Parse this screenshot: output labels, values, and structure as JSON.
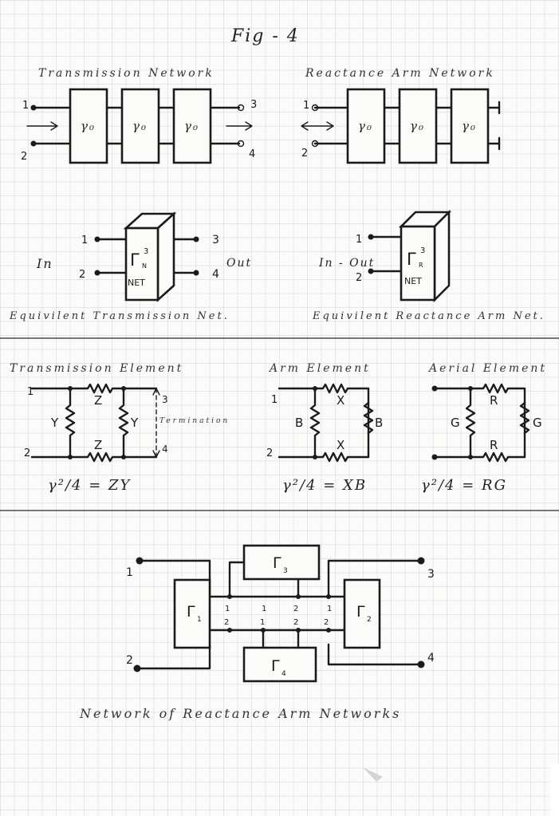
{
  "figure": {
    "title": "Fig - 4"
  },
  "transmission_network": {
    "title": "Transmission Network",
    "cell_label": "γ₀",
    "ports": [
      "1",
      "2",
      "3",
      "4"
    ]
  },
  "reactance_arm_network": {
    "title": "Reactance Arm Network",
    "cell_label": "γ₀",
    "ports": [
      "1",
      "2"
    ]
  },
  "equivalent_transmission": {
    "caption": "Equivilent Transmission Net.",
    "gamma": "Γ",
    "sup": "3",
    "sub": "N",
    "net": "NET",
    "in": "In",
    "out": "Out",
    "ports": [
      "1",
      "2",
      "3",
      "4"
    ]
  },
  "equivalent_reactance": {
    "caption": "Equivilent Reactance Arm Net.",
    "gamma": "Γ",
    "sup": "3",
    "sub": "R",
    "net": "NET",
    "in_out": "In - Out",
    "ports": [
      "1",
      "2"
    ]
  },
  "transmission_element": {
    "title": "Transmission Element",
    "series": "Z",
    "shunt": "Y",
    "termination": "Termination",
    "formula": "γ²/4 = ZY",
    "ports": [
      "1",
      "2",
      "3",
      "4"
    ]
  },
  "arm_element": {
    "title": "Arm Element",
    "series": "X",
    "shunt": "B",
    "formula": "γ²/4 = XB",
    "ports": [
      "1",
      "2"
    ]
  },
  "aerial_element": {
    "title": "Aerial Element",
    "series": "R",
    "shunt": "G",
    "formula": "γ²/4 = RG"
  },
  "network_of_networks": {
    "caption": "Network of Reactance Arm Networks",
    "blocks": [
      {
        "gamma": "Γ",
        "sub": "1"
      },
      {
        "gamma": "Γ",
        "sub": "2"
      },
      {
        "gamma": "Γ",
        "sub": "3"
      },
      {
        "gamma": "Γ",
        "sub": "4"
      }
    ],
    "ports": [
      "1",
      "2",
      "3",
      "4"
    ],
    "node_top": "1",
    "node_bottom": "2"
  }
}
